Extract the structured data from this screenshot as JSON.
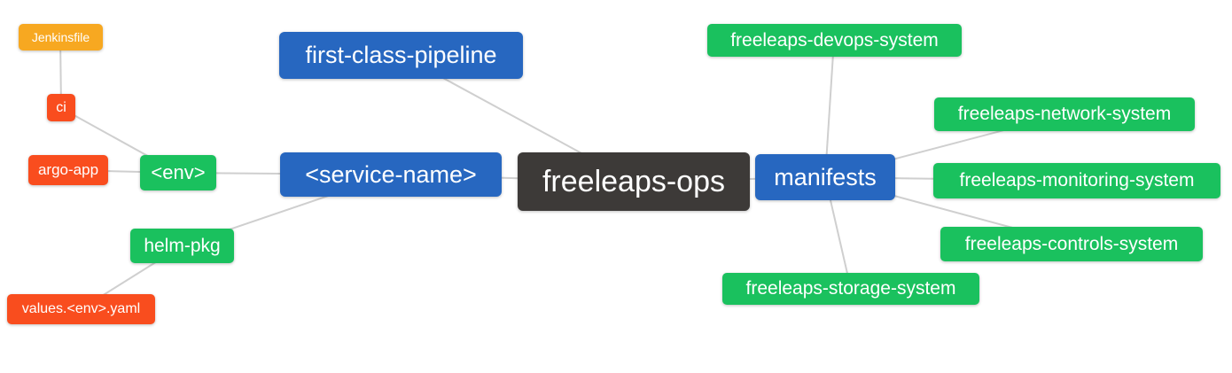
{
  "diagram": {
    "type": "mindmap",
    "root_label": "freeleaps-ops"
  },
  "nodes": {
    "root": {
      "label": "freeleaps-ops",
      "level": 1
    },
    "first_class_pipeline": {
      "label": "first-class-pipeline",
      "level": 2
    },
    "service_name": {
      "label": "<service-name>",
      "level": 2
    },
    "manifests": {
      "label": "manifests",
      "level": 2
    },
    "env": {
      "label": "<env>",
      "level": 3
    },
    "helm_pkg": {
      "label": "helm-pkg",
      "level": 3
    },
    "ci": {
      "label": "ci",
      "level": 4
    },
    "argo_app": {
      "label": "argo-app",
      "level": 4
    },
    "values_yaml": {
      "label": "values.<env>.yaml",
      "level": 4
    },
    "jenkinsfile": {
      "label": "Jenkinsfile",
      "level": 5
    },
    "devops_system": {
      "label": "freeleaps-devops-system",
      "level": 3
    },
    "network_system": {
      "label": "freeleaps-network-system",
      "level": 3
    },
    "monitoring_system": {
      "label": "freeleaps-monitoring-system",
      "level": 3
    },
    "controls_system": {
      "label": "freeleaps-controls-system",
      "level": 3
    },
    "storage_system": {
      "label": "freeleaps-storage-system",
      "level": 3
    }
  },
  "edges": [
    {
      "from": "root",
      "to": "first_class_pipeline"
    },
    {
      "from": "root",
      "to": "service_name"
    },
    {
      "from": "root",
      "to": "manifests"
    },
    {
      "from": "service_name",
      "to": "env"
    },
    {
      "from": "service_name",
      "to": "helm_pkg"
    },
    {
      "from": "env",
      "to": "ci"
    },
    {
      "from": "env",
      "to": "argo_app"
    },
    {
      "from": "ci",
      "to": "jenkinsfile"
    },
    {
      "from": "helm_pkg",
      "to": "values_yaml"
    },
    {
      "from": "manifests",
      "to": "devops_system"
    },
    {
      "from": "manifests",
      "to": "network_system"
    },
    {
      "from": "manifests",
      "to": "monitoring_system"
    },
    {
      "from": "manifests",
      "to": "controls_system"
    },
    {
      "from": "manifests",
      "to": "storage_system"
    }
  ],
  "palette": {
    "root_bg": "#3d3a38",
    "level2_bg": "#2767c0",
    "level3_bg": "#1ac15e",
    "level4_bg": "#f94d1e",
    "level5_bg": "#f7a821",
    "text_color": "#ffffff",
    "edge_color": "#cfcfcf",
    "canvas_bg": "#ffffff"
  }
}
